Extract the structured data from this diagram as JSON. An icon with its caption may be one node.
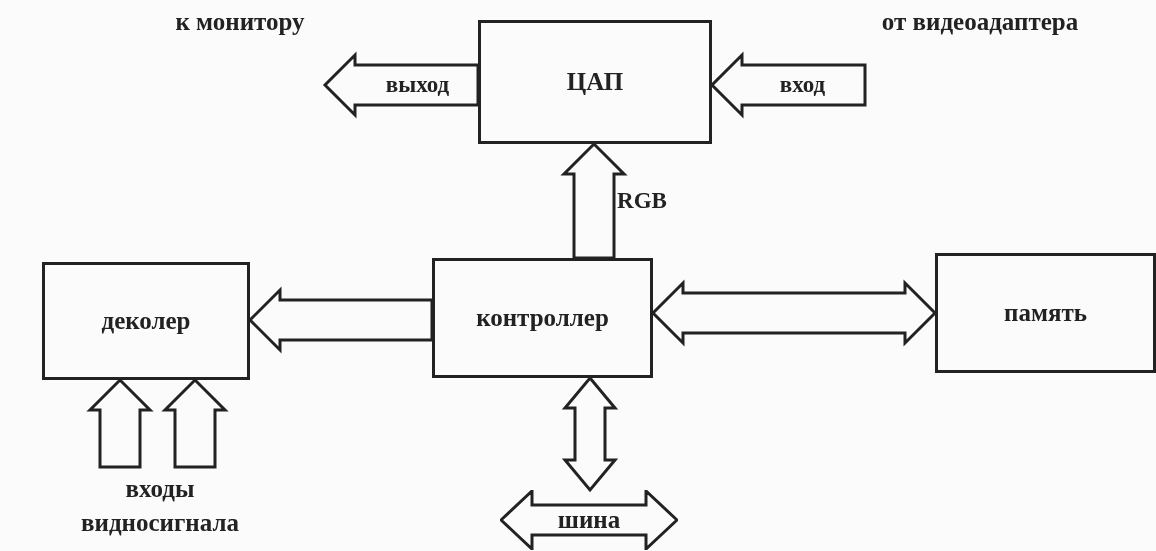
{
  "diagram": {
    "nodes": [
      {
        "text": [
          "ЦАП"
        ]
      },
      {
        "text": [
          "деколер"
        ]
      },
      {
        "text": [
          "контроллер"
        ]
      },
      {
        "text": [
          "память"
        ]
      },
      {
        "text": [
          "шина"
        ]
      }
    ],
    "edges": [
      {
        "from": 0,
        "to": null,
        "arrow": "to",
        "label": "выход"
      },
      {
        "from": null,
        "to": 0,
        "arrow": "to",
        "label": "вход"
      },
      {
        "from": 2,
        "to": 0,
        "arrow": "to",
        "label": "RGB"
      },
      {
        "from": 2,
        "to": 1,
        "arrow": "to"
      },
      {
        "from": 2,
        "to": 3,
        "arrow": "both"
      },
      {
        "from": 2,
        "to": 4,
        "arrow": "both"
      },
      {
        "from": null,
        "to": 1,
        "arrow": "to"
      },
      {
        "from": null,
        "to": 1,
        "arrow": "to"
      }
    ],
    "labels": [
      "к монитору",
      "от видеоадаптера",
      "входы видносигнала"
    ]
  }
}
